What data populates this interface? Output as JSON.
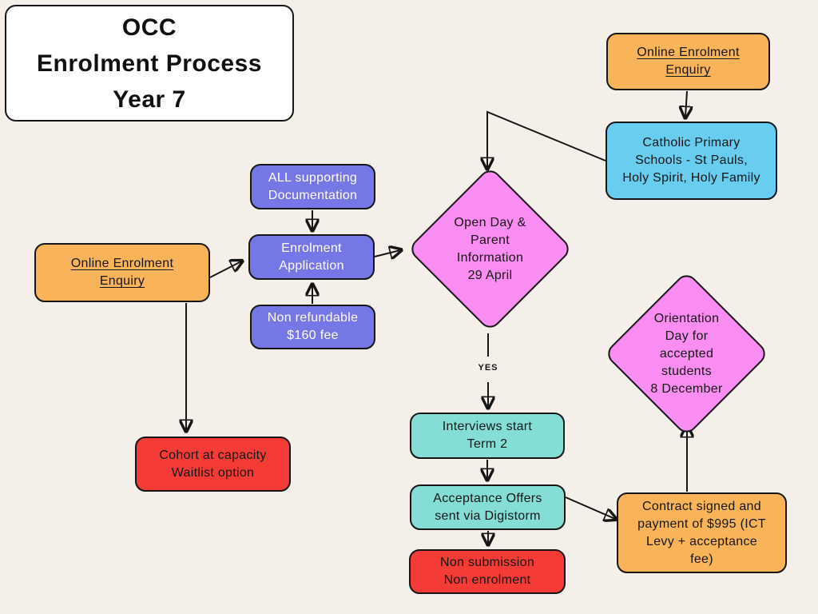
{
  "title": {
    "text": "OCC\nEnrolment Process\nYear 7"
  },
  "decision_label": "YES",
  "colors": {
    "background": "#f4efe8",
    "ink": "#161616",
    "orange": "#f9b45a",
    "blue": "#69cdf0",
    "purple": "#7577e6",
    "pink": "#fa8df2",
    "teal": "#85ded5",
    "red": "#f43b35",
    "white": "#ffffff"
  },
  "nodes": {
    "enquiry_top": {
      "text": "Online Enrolment\nEnquiry",
      "color": "#f9b45a",
      "shape": "rounded-rect",
      "underlined": true
    },
    "catholic_schools": {
      "text": "Catholic Primary\nSchools - St Pauls,\nHoly Spirit, Holy Family",
      "color": "#69cdf0",
      "shape": "rounded-rect"
    },
    "enquiry_left": {
      "text": "Online Enrolment\nEnquiry",
      "color": "#f9b45a",
      "shape": "rounded-rect",
      "underlined": true
    },
    "supporting_docs": {
      "text": "ALL supporting\nDocumentation",
      "color": "#7577e6",
      "shape": "rounded-rect"
    },
    "enrolment_application": {
      "text": "Enrolment\nApplication",
      "color": "#7577e6",
      "shape": "rounded-rect"
    },
    "fee": {
      "text": "Non refundable\n$160 fee",
      "color": "#7577e6",
      "shape": "rounded-rect"
    },
    "open_day": {
      "text": "Open Day &\nParent\nInformation\n29 April",
      "color": "#fa8df2",
      "shape": "diamond"
    },
    "interviews": {
      "text": "Interviews start\nTerm 2",
      "color": "#85ded5",
      "shape": "rounded-rect"
    },
    "acceptance_offers": {
      "text": "Acceptance Offers\nsent via Digistorm",
      "color": "#85ded5",
      "shape": "rounded-rect"
    },
    "non_submission": {
      "text": "Non submission\nNon enrolment",
      "color": "#f43b35",
      "shape": "rounded-rect"
    },
    "cohort_capacity": {
      "text": "Cohort at capacity\nWaitlist option",
      "color": "#f43b35",
      "shape": "rounded-rect"
    },
    "orientation_day": {
      "text": "Orientation\nDay for\naccepted\nstudents\n8 December",
      "color": "#fa8df2",
      "shape": "diamond"
    },
    "contract": {
      "text": "Contract signed and\npayment of $995 (ICT\nLevy + acceptance\nfee)",
      "color": "#f9b45a",
      "shape": "rounded-rect"
    }
  }
}
